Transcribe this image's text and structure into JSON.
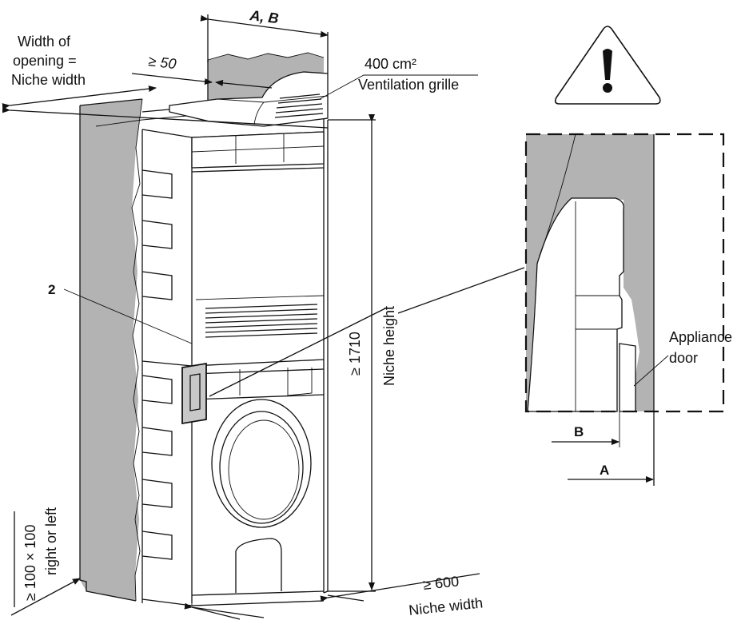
{
  "labels": {
    "width_of_opening_1": "Width of",
    "width_of_opening_2": "opening =",
    "width_of_opening_3": "Niche width",
    "top_clearance": "≥ 50",
    "dimension_ab": "A, B",
    "ventilation_area": "400 cm²",
    "ventilation_grille": "Ventilation grille",
    "callout_number": "2",
    "min_height": "≥ 1710",
    "niche_height": "Niche height",
    "side_opening_1": "≥ 100 × 100",
    "side_opening_2": "right or left",
    "min_width": "≥ 600",
    "niche_width_bottom": "Niche width",
    "appliance_door_1": "Appliance",
    "appliance_door_2": "door",
    "detail_b": "B",
    "detail_a": "A"
  },
  "colors": {
    "wall_grey": "#b3b3b3",
    "line": "#111111",
    "background": "#ffffff"
  },
  "icons": {
    "warning": "exclamation-triangle-icon"
  }
}
